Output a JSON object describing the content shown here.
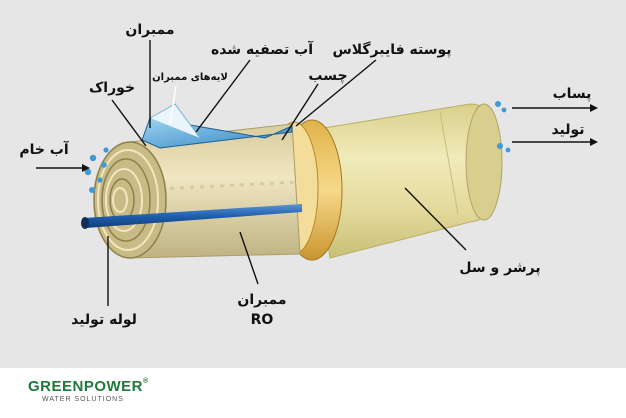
{
  "labels": {
    "membrane_top": "ممبران",
    "purified_water": "آب تصفیه شده",
    "membrane_layers": "لایه‌های ممبران",
    "feed": "خوراک",
    "raw_water": "آب خام",
    "fiberglass_shell": "پوسته فایبرگلاس",
    "glue": "چسب",
    "waste": "پساب",
    "product": "تولید",
    "brine_seal": "پرشر و سل",
    "product_tube": "لوله تولید",
    "membrane_ro_1": "ممبران",
    "membrane_ro_2": "RO"
  },
  "logo": {
    "name": "GREENPOWER",
    "reg": "®",
    "tagline": "WATER SOLUTIONS"
  },
  "colors": {
    "background": "#e6e6e6",
    "shell": "#e9e2a6",
    "membrane_sheet": "#4aa3d8",
    "product_tube": "#1f5fae",
    "logo_green": "#1f7a3a"
  }
}
